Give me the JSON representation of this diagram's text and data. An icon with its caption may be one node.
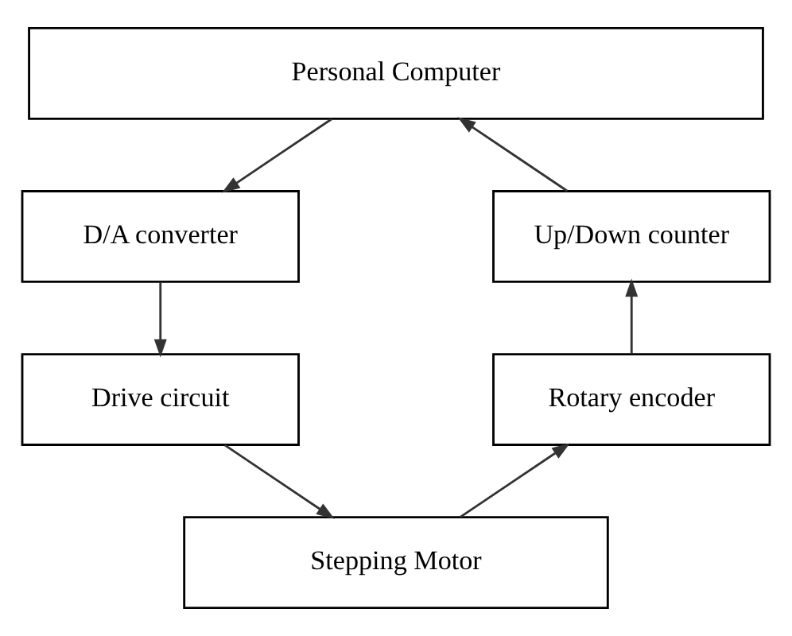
{
  "diagram": {
    "nodes": [
      {
        "text": [
          "Personal Computer"
        ]
      },
      {
        "text": [
          "D/A converter"
        ]
      },
      {
        "text": [
          "Drive circuit"
        ]
      },
      {
        "text": [
          "Up/Down counter"
        ]
      },
      {
        "text": [
          "Rotary encoder"
        ]
      },
      {
        "text": [
          "Stepping Motor"
        ]
      }
    ],
    "edges": [
      {
        "from": 0,
        "to": 1,
        "arrow": "to"
      },
      {
        "from": 1,
        "to": 2,
        "arrow": "to"
      },
      {
        "from": 2,
        "to": 5,
        "arrow": "to"
      },
      {
        "from": 5,
        "to": 4,
        "arrow": "to"
      },
      {
        "from": 4,
        "to": 3,
        "arrow": "to"
      },
      {
        "from": 3,
        "to": 0,
        "arrow": "to"
      }
    ]
  }
}
